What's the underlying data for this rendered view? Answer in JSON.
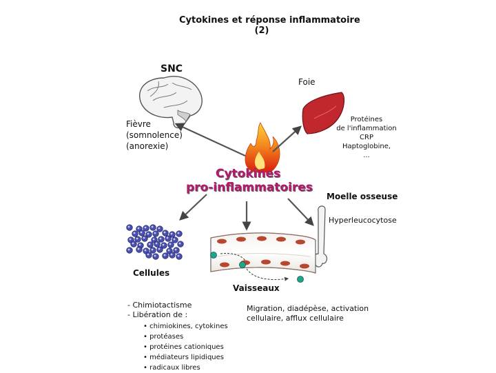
{
  "title_line1": "Cytokines et réponse inflammatoire",
  "title_line2": "(2)",
  "snc": "SNC",
  "fievre": "Fièvre",
  "somnolence": "(somnolence)",
  "anorexie": "(anorexie)",
  "foie": "Foie",
  "prot1": "Protéines",
  "prot2": "de l'inflammation",
  "prot3": "CRP",
  "prot4": "Haptoglobine,",
  "prot5": "...",
  "cyto1": "Cytokines",
  "cyto2": "pro-inflammatoires",
  "moelle": "Moelle osseuse",
  "hyper": "Hyperleucocytose",
  "cellules": "Cellules",
  "vaisseaux": "Vaisseaux",
  "chimio": "- Chimiotactisme",
  "liberation": "- Libération de :",
  "lib_items": [
    "chimiokines, cytokines",
    "protéases",
    "protéines cationiques",
    "médiateurs lipidiques",
    "radicaux libres"
  ],
  "migration1": "Migration, diadépèse, activation",
  "migration2": "cellulaire, afflux cellulaire",
  "colors": {
    "cytokine_text": "#b2186b",
    "liver": "#c0282e",
    "flame": "#f07a1a",
    "vessel_cell": "#b8472f",
    "leukocyte": "#1fa58a",
    "cells": "#4a4fb0"
  }
}
